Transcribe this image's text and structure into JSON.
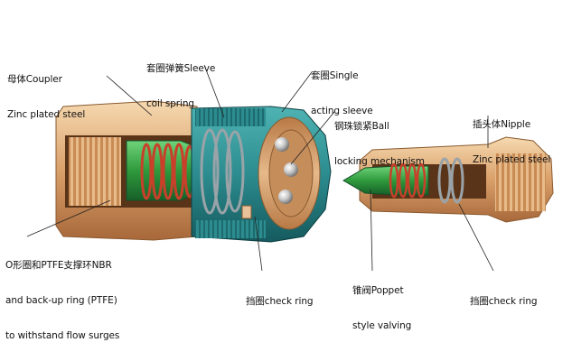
{
  "labels": {
    "coupler": [
      "母体Coupler",
      "Zinc plated steel"
    ],
    "sleeve_spring": [
      "套圈弹簧Sleeve",
      "coil spring"
    ],
    "single_sleeve": [
      "套圈Single",
      "acting sleeve"
    ],
    "ball_lock": [
      "钢珠锁紧Ball",
      "locking mechanism"
    ],
    "nipple": [
      "插头体Nipple",
      "Zinc plated steel"
    ],
    "oring": [
      "O形圈和PTFE支撑环NBR",
      "and back-up ring (PTFE)",
      "to withstand flow surges"
    ],
    "check_ring_1": [
      "挡圈check ring"
    ],
    "poppet": [
      "锥阀Poppet",
      "style valving"
    ],
    "check_ring_2": [
      "挡圈check ring"
    ]
  },
  "colors": {
    "brass": "#d9a06a",
    "brass_dark": "#a8683a",
    "brass_light": "#f2cfa2",
    "sleeve_teal": "#2c8c8f",
    "sleeve_dark": "#155a5e",
    "green_part": "#2f9a3c",
    "spring_red": "#c9402a",
    "leader_line": "#222222"
  }
}
